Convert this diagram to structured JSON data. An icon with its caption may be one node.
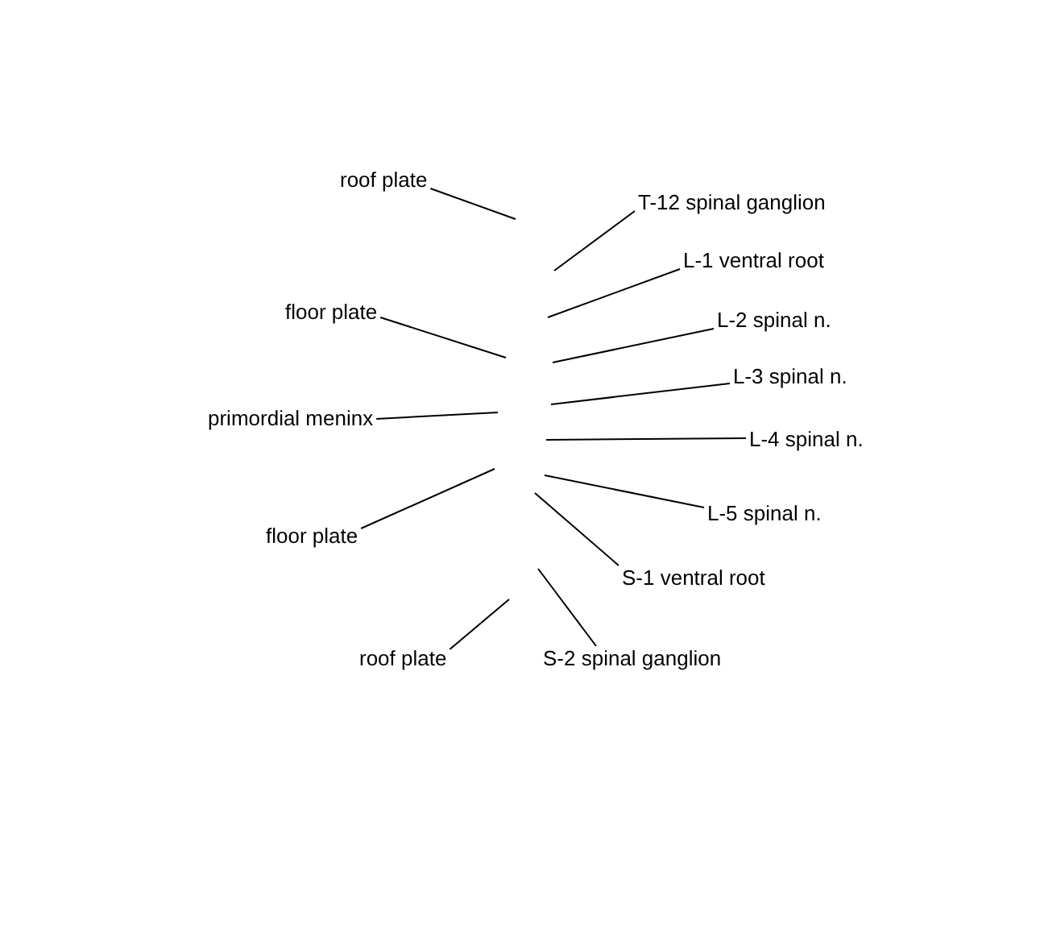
{
  "diagram": {
    "nodes": [
      {
        "text": [
          "roof plate"
        ]
      },
      {
        "text": [
          "T-12 spinal ganglion"
        ]
      },
      {
        "text": [
          "L-1 ventral root"
        ]
      },
      {
        "text": [
          "floor plate"
        ]
      },
      {
        "text": [
          "L-2 spinal n."
        ]
      },
      {
        "text": [
          "L-3 spinal n."
        ]
      },
      {
        "text": [
          "primordial meninx"
        ]
      },
      {
        "text": [
          "L-4 spinal n."
        ]
      },
      {
        "text": [
          "floor plate"
        ]
      },
      {
        "text": [
          "L-5 spinal n."
        ]
      },
      {
        "text": [
          "S-1 ventral root"
        ]
      },
      {
        "text": [
          "roof plate"
        ]
      },
      {
        "text": [
          "S-2 spinal ganglion"
        ]
      }
    ],
    "edges": [
      {
        "from": 0,
        "to": null,
        "arrow": "none"
      },
      {
        "from": 1,
        "to": null,
        "arrow": "none"
      },
      {
        "from": 2,
        "to": null,
        "arrow": "none"
      },
      {
        "from": 3,
        "to": null,
        "arrow": "none"
      },
      {
        "from": 4,
        "to": null,
        "arrow": "none"
      },
      {
        "from": 5,
        "to": null,
        "arrow": "none"
      },
      {
        "from": 6,
        "to": null,
        "arrow": "none"
      },
      {
        "from": 7,
        "to": null,
        "arrow": "none"
      },
      {
        "from": 8,
        "to": null,
        "arrow": "none"
      },
      {
        "from": 9,
        "to": null,
        "arrow": "none"
      },
      {
        "from": 10,
        "to": null,
        "arrow": "none"
      },
      {
        "from": 11,
        "to": null,
        "arrow": "none"
      },
      {
        "from": 12,
        "to": null,
        "arrow": "none"
      }
    ]
  }
}
